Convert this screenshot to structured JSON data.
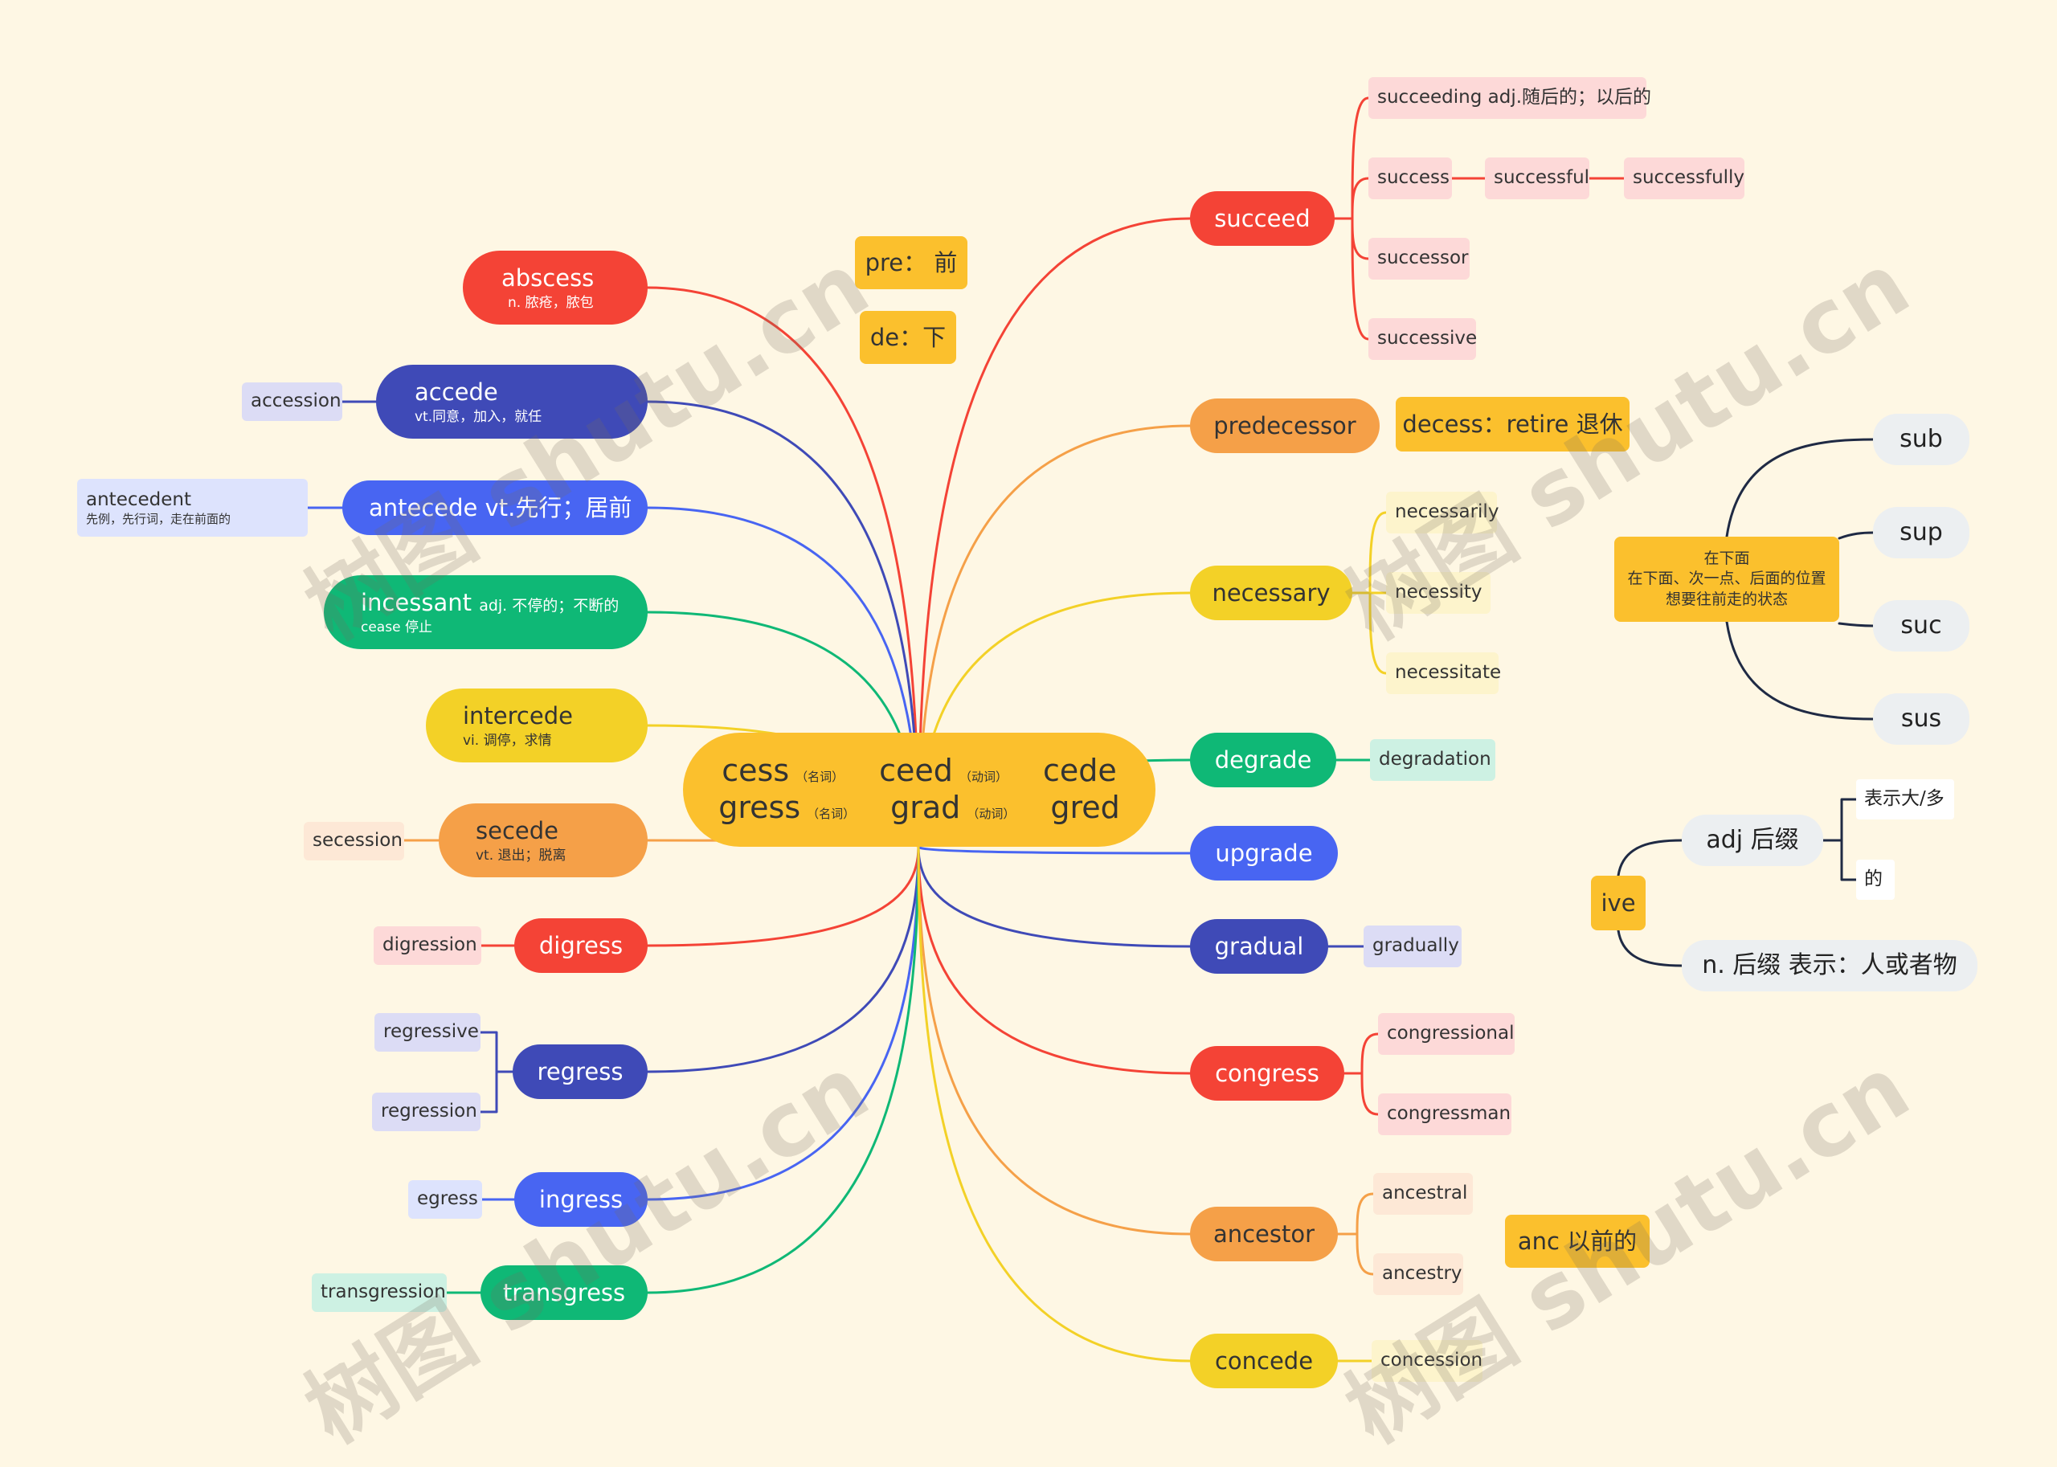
{
  "center": {
    "row1": [
      {
        "word": "cess",
        "pos": "（名词）"
      },
      {
        "word": "ceed",
        "pos": "（动词）"
      },
      {
        "word": "cede",
        "pos": ""
      }
    ],
    "row2": [
      {
        "word": "gress",
        "pos": "（名词）"
      },
      {
        "word": "grad",
        "pos": "（动词）"
      },
      {
        "word": "gred",
        "pos": ""
      }
    ]
  },
  "left": {
    "abscess": {
      "word": "abscess",
      "meaning": "n. 脓疮，脓包"
    },
    "accede": {
      "word": "accede",
      "meaning": "vt.同意，加入，就任",
      "leaf": "accession"
    },
    "antecede": {
      "word": "antecede vt.先行；居前",
      "leaf_word": "antecedent",
      "leaf_meaning": "先例，先行词，走在前面的"
    },
    "incessant": {
      "word": "incessant",
      "inline": "adj. 不停的；不断的",
      "meaning": "cease 停止"
    },
    "intercede": {
      "word": "intercede",
      "meaning": "vi. 调停，求情"
    },
    "secede": {
      "word": "secede",
      "meaning": "vt. 退出；脱离",
      "leaf": "secession"
    },
    "digress": {
      "word": "digress",
      "leaf": "digression"
    },
    "regress": {
      "word": "regress",
      "leaves": [
        "regressive",
        "regression"
      ]
    },
    "ingress": {
      "word": "ingress",
      "leaf": "egress"
    },
    "transgress": {
      "word": "transgress",
      "leaf": "transgression"
    }
  },
  "notes": {
    "pre": "pre： 前",
    "de": "de：下"
  },
  "right": {
    "succeed": {
      "word": "succeed",
      "leaves": [
        "succeeding adj.随后的；以后的",
        "success",
        "successful",
        "successfully",
        "successor",
        "successive"
      ]
    },
    "predecessor": {
      "word": "predecessor",
      "note": "decess：retire 退休"
    },
    "necessary": {
      "word": "necessary",
      "leaves": [
        "necessarily",
        "necessity",
        "necessitate"
      ]
    },
    "degrade": {
      "word": "degrade",
      "leaf": "degradation"
    },
    "upgrade": {
      "word": "upgrade"
    },
    "gradual": {
      "word": "gradual",
      "leaf": "gradually"
    },
    "congress": {
      "word": "congress",
      "leaves": [
        "congressional",
        "congressman"
      ]
    },
    "ancestor": {
      "word": "ancestor",
      "leaves": [
        "ancestral",
        "ancestry"
      ],
      "note": "anc  以前的"
    },
    "concede": {
      "word": "concede",
      "leaf": "concession"
    }
  },
  "sub_group": {
    "note_lines": [
      "在下面",
      "在下面、次一点、后面的位置",
      "想要往前走的状态"
    ],
    "items": [
      "sub",
      "sup",
      "suc",
      "sus"
    ]
  },
  "ive_group": {
    "root": "ive",
    "adj": "adj 后缀",
    "adj_items": [
      "表示大/多",
      "的"
    ],
    "noun": "n. 后缀 表示：人或者物"
  },
  "watermark": "树图 shutu.cn",
  "colors": {
    "background": "#fef7e4",
    "red": "#f44336",
    "indigo": "#3f4ab7",
    "blue": "#4865f2",
    "green": "#0fb876",
    "yellow": "#f3d127",
    "orange": "#f5a048",
    "center": "#fbc02d"
  }
}
